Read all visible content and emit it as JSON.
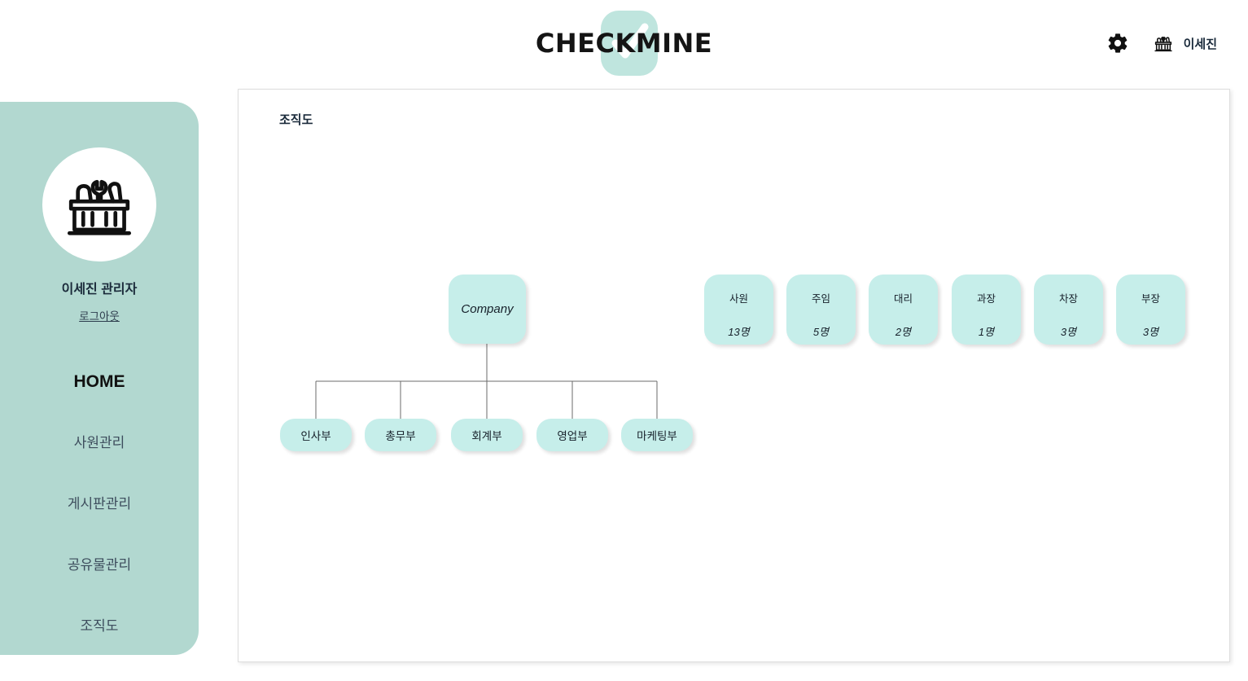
{
  "header": {
    "brand": "CHECKMINE",
    "brand_badge_color": "#bfe5de",
    "settings_icon": "gear-icon",
    "user_icon": "toolbox-avatar-icon",
    "user_name": "이세진"
  },
  "sidebar": {
    "background_color": "#b2d8d0",
    "avatar_icon": "toolbox-avatar-icon",
    "profile_name": "이세진 관리자",
    "logout_label": "로그아웃",
    "items": [
      {
        "label": "HOME",
        "active": true
      },
      {
        "label": "사원관리",
        "active": false
      },
      {
        "label": "게시판관리",
        "active": false
      },
      {
        "label": "공유물관리",
        "active": false
      },
      {
        "label": "조직도",
        "active": false
      }
    ]
  },
  "main": {
    "title": "조직도",
    "node_color": "#c6eeea",
    "org_chart": {
      "root": {
        "label": "Company"
      },
      "departments": [
        {
          "label": "인사부"
        },
        {
          "label": "총무부"
        },
        {
          "label": "회계부"
        },
        {
          "label": "영업부"
        },
        {
          "label": "마케팅부"
        }
      ]
    },
    "positions": [
      {
        "title": "사원",
        "count": "13명"
      },
      {
        "title": "주임",
        "count": "5명"
      },
      {
        "title": "대리",
        "count": "2명"
      },
      {
        "title": "과장",
        "count": "1명"
      },
      {
        "title": "차장",
        "count": "3명"
      },
      {
        "title": "부장",
        "count": "3명"
      }
    ]
  }
}
